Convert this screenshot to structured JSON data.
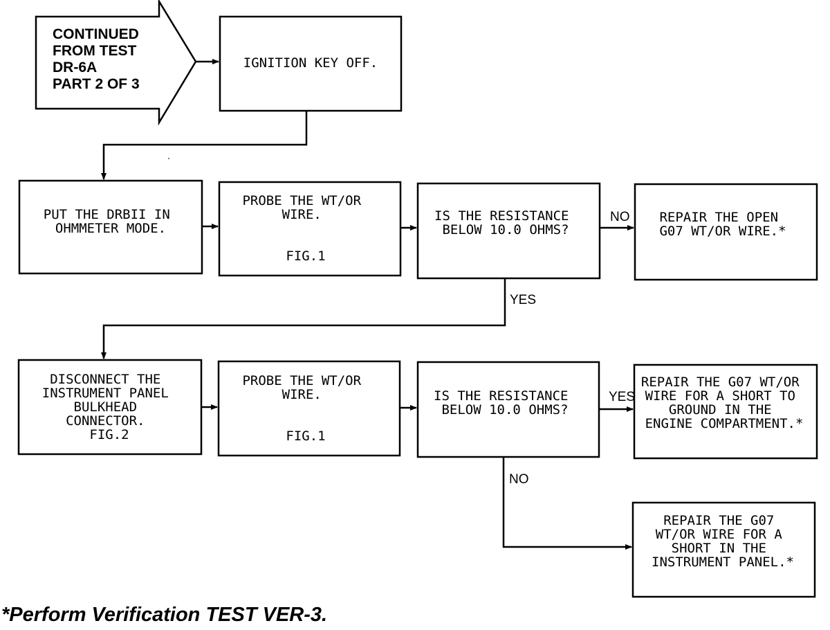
{
  "entry": {
    "lines": [
      "CONTINUED",
      "FROM TEST",
      "DR-6A",
      "PART 2 OF 3"
    ]
  },
  "steps": {
    "ignition_key_off": [
      "IGNITION KEY OFF."
    ],
    "put_drbii_ohmmeter": [
      "PUT THE DRBII IN",
      "OHMMETER MODE."
    ],
    "probe_wire_1": [
      "PROBE THE WT/OR",
      "WIRE."
    ],
    "probe_wire_1_fig": "FIG.1",
    "resistance_check_1": [
      "IS THE RESISTANCE",
      "BELOW 10.0 OHMS?"
    ],
    "repair_open": [
      "REPAIR THE OPEN",
      "G07 WT/OR WIRE.*"
    ],
    "disconnect_connector": [
      "DISCONNECT THE",
      "INSTRUMENT PANEL",
      "BULKHEAD",
      "CONNECTOR.",
      "FIG.2"
    ],
    "probe_wire_2": [
      "PROBE THE WT/OR",
      "WIRE."
    ],
    "probe_wire_2_fig": "FIG.1",
    "resistance_check_2": [
      "IS THE RESISTANCE",
      "BELOW 10.0 OHMS?"
    ],
    "repair_short_engine": [
      "REPAIR THE G07 WT/OR",
      "WIRE FOR A SHORT TO",
      "GROUND IN THE",
      "ENGINE COMPARTMENT.*"
    ],
    "repair_short_panel": [
      "REPAIR THE G07",
      "WT/OR WIRE FOR A",
      "SHORT IN THE",
      "INSTRUMENT PANEL.*"
    ]
  },
  "branch_labels": {
    "check1_no": "NO",
    "check1_yes": "YES",
    "check2_yes": "YES",
    "check2_no": "NO"
  },
  "footnote": "*Perform Verification TEST VER-3."
}
